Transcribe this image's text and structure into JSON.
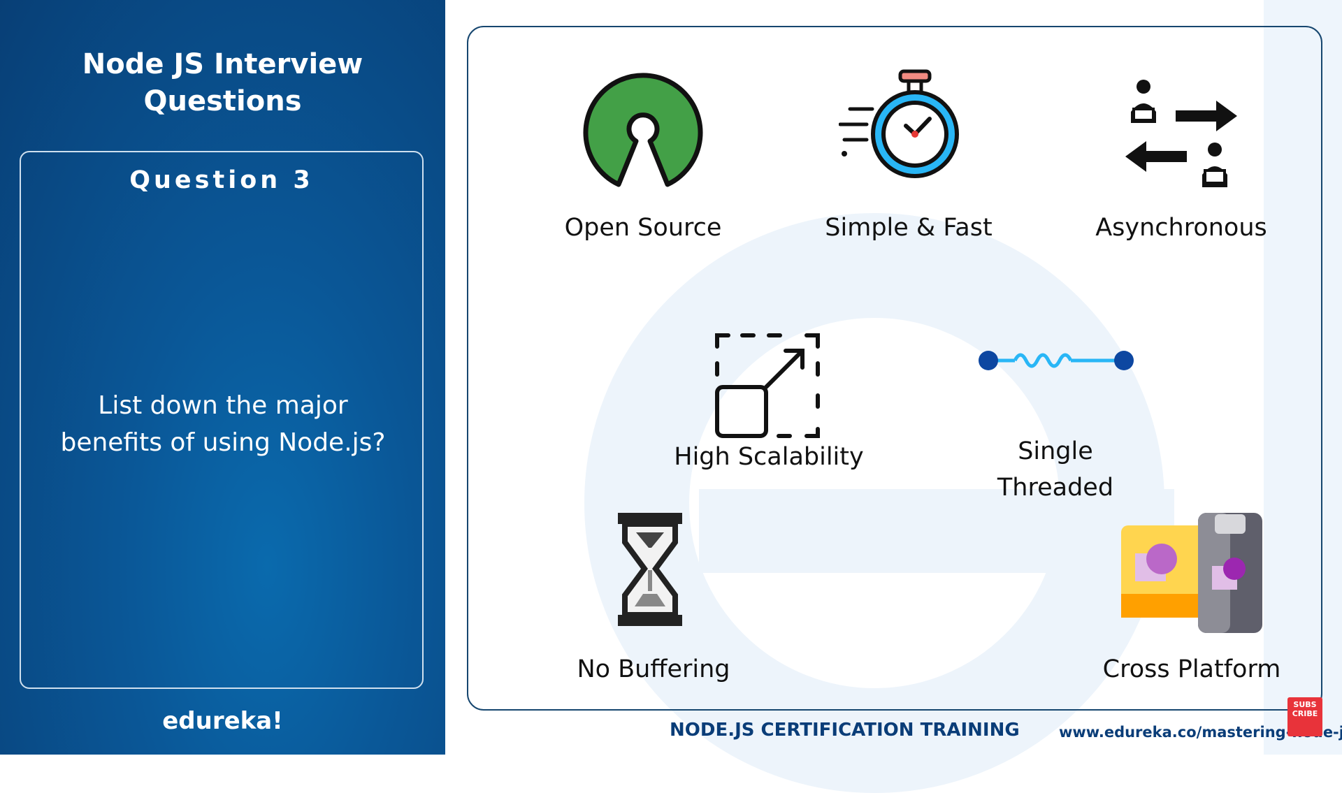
{
  "sidebar": {
    "title": "Node JS Interview\nQuestions",
    "question_label": "Question 3",
    "question_text": "List down the major benefits of using Node.js?",
    "brand": "edureka!"
  },
  "features": {
    "open_source": {
      "label": "Open Source",
      "icon": "open-source-icon"
    },
    "simple_fast": {
      "label": "Simple & Fast",
      "icon": "stopwatch-icon"
    },
    "asynchronous": {
      "label": "Asynchronous",
      "icon": "exchange-arrows-icon"
    },
    "high_scalability": {
      "label": "High Scalability",
      "icon": "scale-up-icon"
    },
    "single_threaded": {
      "label": "Single\nThreaded",
      "icon": "single-thread-icon"
    },
    "no_buffering": {
      "label": "No Buffering",
      "icon": "hourglass-icon"
    },
    "cross_platform": {
      "label": "Cross Platform",
      "icon": "cross-platform-devices-icon"
    }
  },
  "footer": {
    "course_title": "NODE.JS CERTIFICATION TRAINING",
    "url": "www.edureka.co/mastering-node-js",
    "subscribe_label": "SUBS CRIBE"
  },
  "colors": {
    "panel_dark": "#083f76",
    "panel_light": "#0a6aad",
    "accent_green": "#43a047",
    "accent_blue": "#1e88e5",
    "footer_text": "#0a3d78"
  }
}
